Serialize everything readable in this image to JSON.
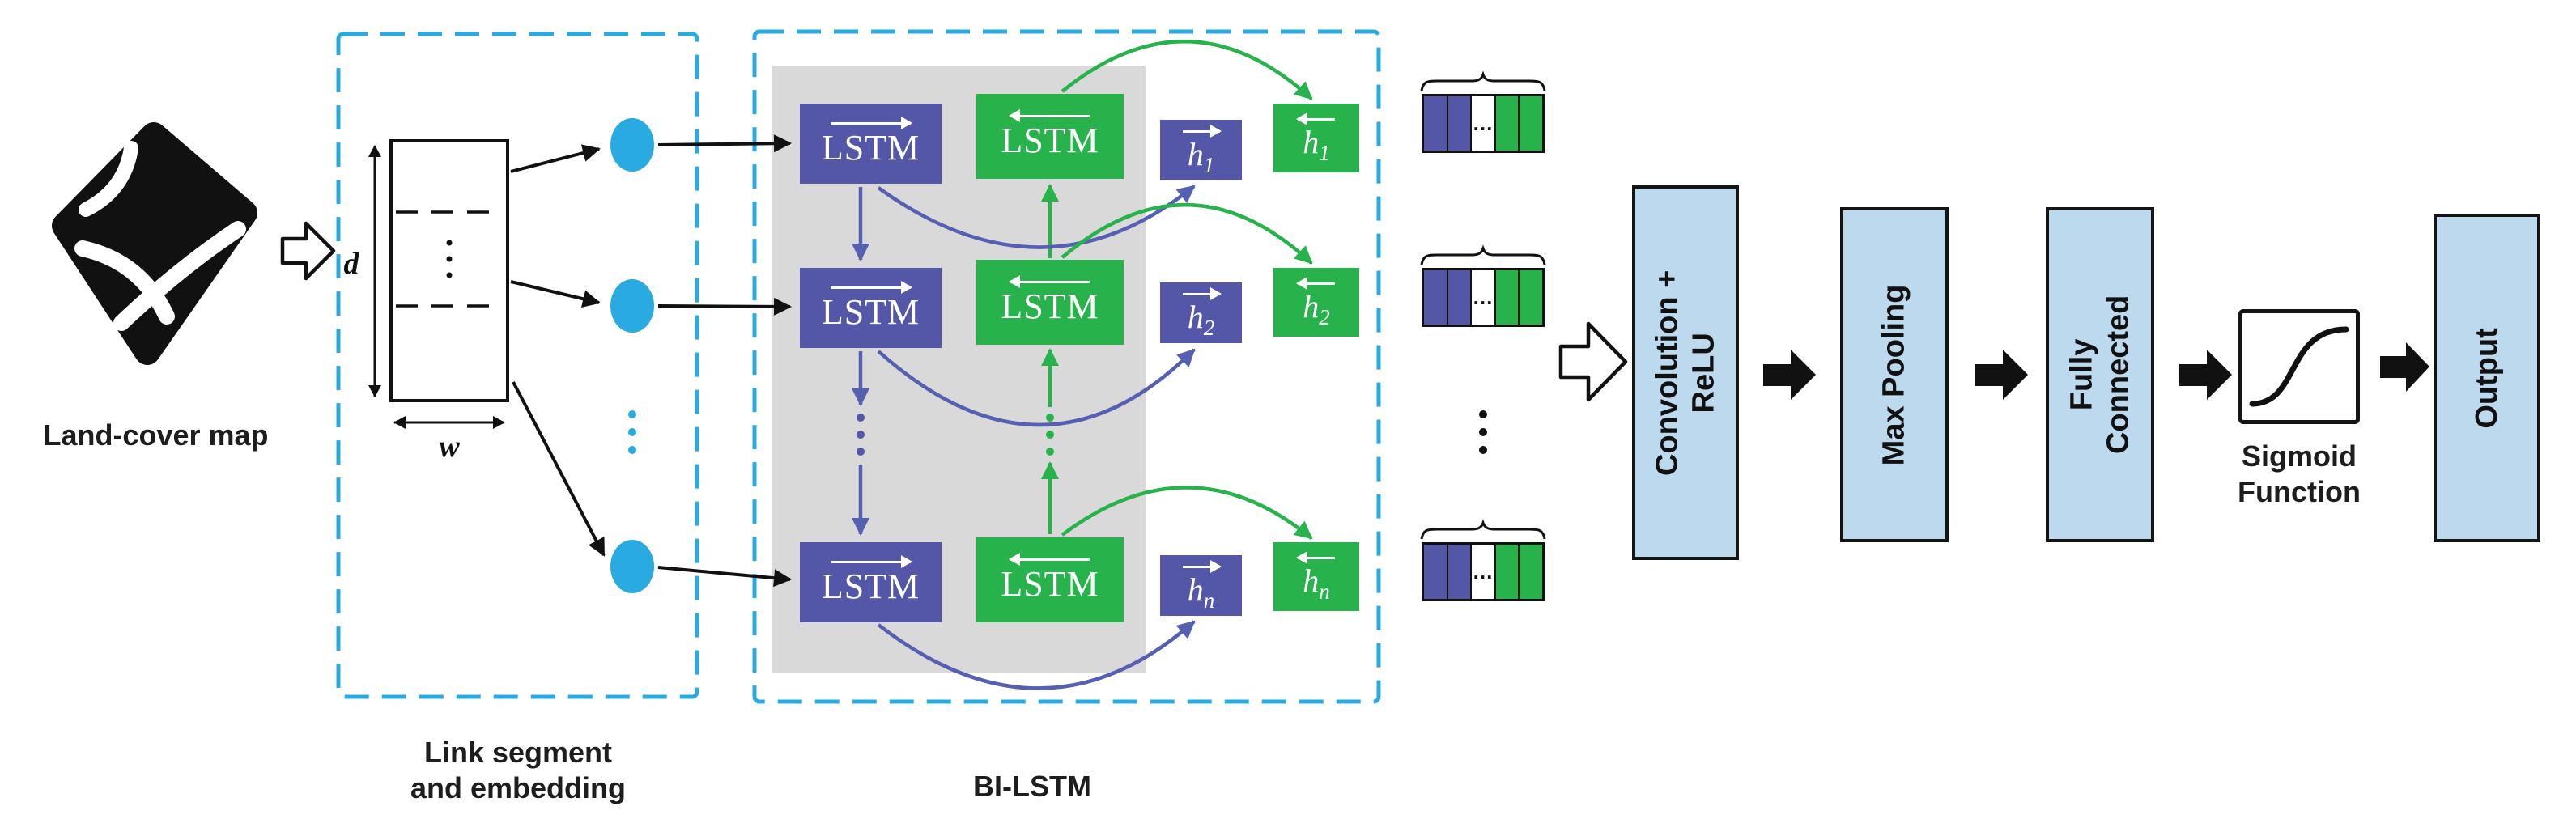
{
  "landcover": {
    "caption": "Land-cover map"
  },
  "embedding": {
    "caption_line1": "Link segment",
    "caption_line2": "and embedding",
    "d_label": "d",
    "w_label": "w"
  },
  "bilstm": {
    "caption": "BI-LSTM",
    "lstm_label": "LSTM",
    "h_label": "h",
    "rows": [
      {
        "sub": "1"
      },
      {
        "sub": "2"
      },
      {
        "sub": "n"
      }
    ]
  },
  "vectors": {
    "ellipsis": "..."
  },
  "pipeline": {
    "conv_line1": "Convolution +",
    "conv_line2": "ReLU",
    "max_pooling": "Max Pooling",
    "fc_line1": "Fully",
    "fc_line2": "Connected",
    "sigmoid_line1": "Sigmoid",
    "sigmoid_line2": "Function",
    "output": "Output"
  },
  "colors": {
    "accent_cyan": "#29abe2",
    "lstm_purple": "#5457a8",
    "lstm_green": "#28b24c",
    "panel_blue": "#bdd9ee",
    "panel_gray": "#d9d9d9"
  }
}
